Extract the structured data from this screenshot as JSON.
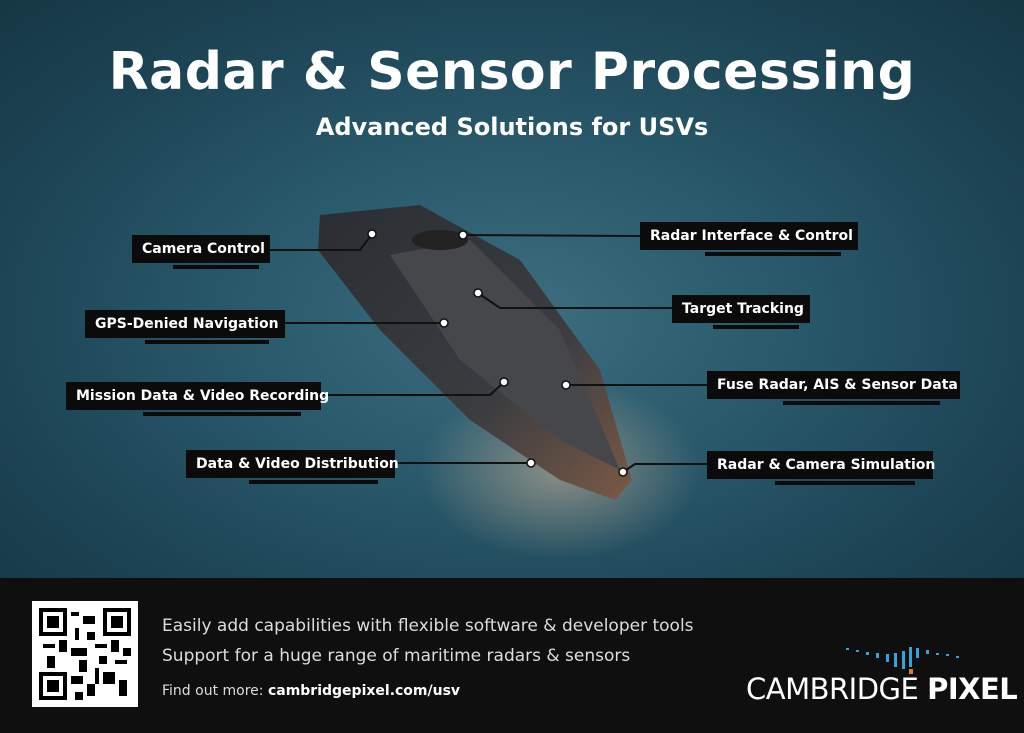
{
  "header": {
    "title": "Radar & Sensor Processing",
    "subtitle": "Advanced Solutions for USVs"
  },
  "labels": [
    {
      "text": "Camera Control"
    },
    {
      "text": "Radar Interface & Control"
    },
    {
      "text": "Target Tracking"
    },
    {
      "text": "GPS-Denied Navigation"
    },
    {
      "text": "Fuse Radar, AIS & Sensor Data"
    },
    {
      "text": "Mission Data & Video Recording"
    },
    {
      "text": "Data & Video Distribution"
    },
    {
      "text": "Radar & Camera Simulation"
    }
  ],
  "footer": {
    "line1": "Easily add capabilities with flexible software & developer tools",
    "line2": "Support for a huge range of maritime radars & sensors",
    "find_prefix": "Find out more: ",
    "url": "cambridgepixel.com/usv",
    "logo_part1": "CAMBRIDGE ",
    "logo_part2": "PIXEL"
  },
  "colors": {
    "accent": "#3aa0d8",
    "logo_orange": "#e8772e"
  }
}
